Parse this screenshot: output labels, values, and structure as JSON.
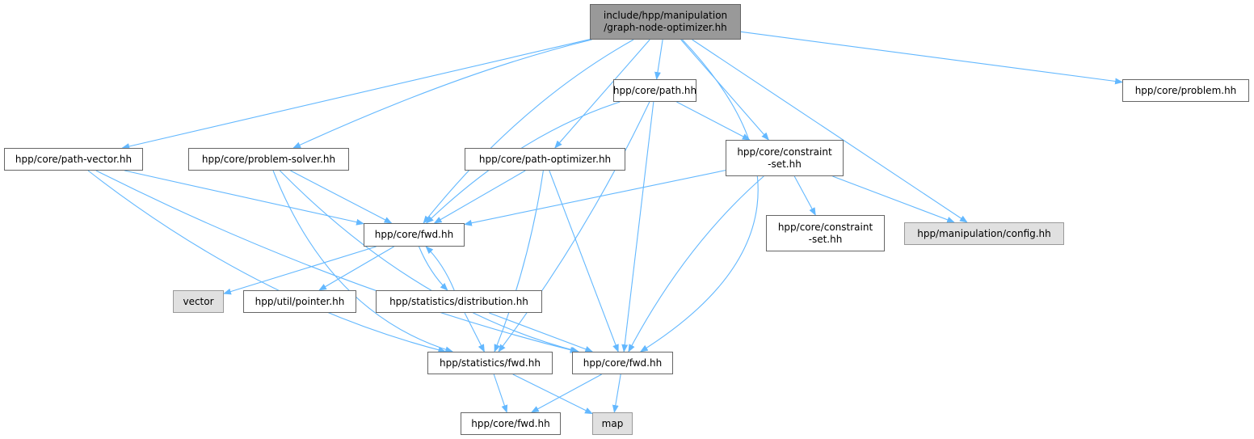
{
  "graph": {
    "title": "include/hpp/manipulation/graph-node-optimizer.hh",
    "edge_color": "#63b8ff",
    "root_fill": "#999999",
    "external_fill": "#e0e0e0",
    "nodes": [
      {
        "id": "root",
        "lines": [
          "include/hpp/manipulation",
          "/graph-node-optimizer.hh"
        ],
        "kind": "root"
      },
      {
        "id": "path",
        "lines": [
          "hpp/core/path.hh"
        ],
        "kind": "file"
      },
      {
        "id": "problem",
        "lines": [
          "hpp/core/problem.hh"
        ],
        "kind": "file"
      },
      {
        "id": "pathvector",
        "lines": [
          "hpp/core/path-vector.hh"
        ],
        "kind": "file"
      },
      {
        "id": "problemsolver",
        "lines": [
          "hpp/core/problem-solver.hh"
        ],
        "kind": "file"
      },
      {
        "id": "pathoptimizer",
        "lines": [
          "hpp/core/path-optimizer.hh"
        ],
        "kind": "file"
      },
      {
        "id": "constraintset",
        "lines": [
          "hpp/core/constraint",
          "-set.hh"
        ],
        "kind": "file"
      },
      {
        "id": "fwd",
        "lines": [
          "hpp/core/fwd.hh"
        ],
        "kind": "file"
      },
      {
        "id": "constraintset2",
        "lines": [
          "hpp/core/constraint",
          "-set.hh"
        ],
        "kind": "file"
      },
      {
        "id": "config",
        "lines": [
          "hpp/manipulation/config.hh"
        ],
        "kind": "external"
      },
      {
        "id": "vector",
        "lines": [
          "vector"
        ],
        "kind": "external"
      },
      {
        "id": "pointer",
        "lines": [
          "hpp/util/pointer.hh"
        ],
        "kind": "file"
      },
      {
        "id": "distribution",
        "lines": [
          "hpp/statistics/distribution.hh"
        ],
        "kind": "file"
      },
      {
        "id": "statfwd",
        "lines": [
          "hpp/statistics/fwd.hh"
        ],
        "kind": "file"
      },
      {
        "id": "corefwd",
        "lines": [
          "hpp/core/fwd.hh"
        ],
        "kind": "file"
      },
      {
        "id": "corefwd2",
        "lines": [
          "hpp/core/fwd.hh"
        ],
        "kind": "file"
      },
      {
        "id": "map",
        "lines": [
          "map"
        ],
        "kind": "external"
      }
    ],
    "edges": [
      [
        "root",
        "pathvector"
      ],
      [
        "root",
        "problemsolver"
      ],
      [
        "root",
        "fwd"
      ],
      [
        "root",
        "pathoptimizer"
      ],
      [
        "root",
        "path"
      ],
      [
        "root",
        "constraintset"
      ],
      [
        "root",
        "config"
      ],
      [
        "root",
        "corefwd"
      ],
      [
        "root",
        "problem"
      ],
      [
        "path",
        "fwd"
      ],
      [
        "path",
        "constraintset"
      ],
      [
        "path",
        "statfwd"
      ],
      [
        "path",
        "corefwd"
      ],
      [
        "pathvector",
        "fwd"
      ],
      [
        "pathvector",
        "statfwd"
      ],
      [
        "pathvector",
        "corefwd"
      ],
      [
        "problemsolver",
        "fwd"
      ],
      [
        "problemsolver",
        "statfwd"
      ],
      [
        "problemsolver",
        "corefwd"
      ],
      [
        "pathoptimizer",
        "fwd"
      ],
      [
        "pathoptimizer",
        "statfwd"
      ],
      [
        "pathoptimizer",
        "corefwd"
      ],
      [
        "constraintset",
        "fwd"
      ],
      [
        "constraintset",
        "constraintset2"
      ],
      [
        "constraintset",
        "config"
      ],
      [
        "constraintset",
        "corefwd"
      ],
      [
        "fwd",
        "vector"
      ],
      [
        "fwd",
        "pointer"
      ],
      [
        "fwd",
        "distribution"
      ],
      [
        "distribution",
        "fwd"
      ],
      [
        "distribution",
        "statfwd"
      ],
      [
        "distribution",
        "corefwd"
      ],
      [
        "statfwd",
        "corefwd2"
      ],
      [
        "statfwd",
        "map"
      ],
      [
        "corefwd",
        "corefwd2"
      ],
      [
        "corefwd",
        "map"
      ]
    ]
  }
}
